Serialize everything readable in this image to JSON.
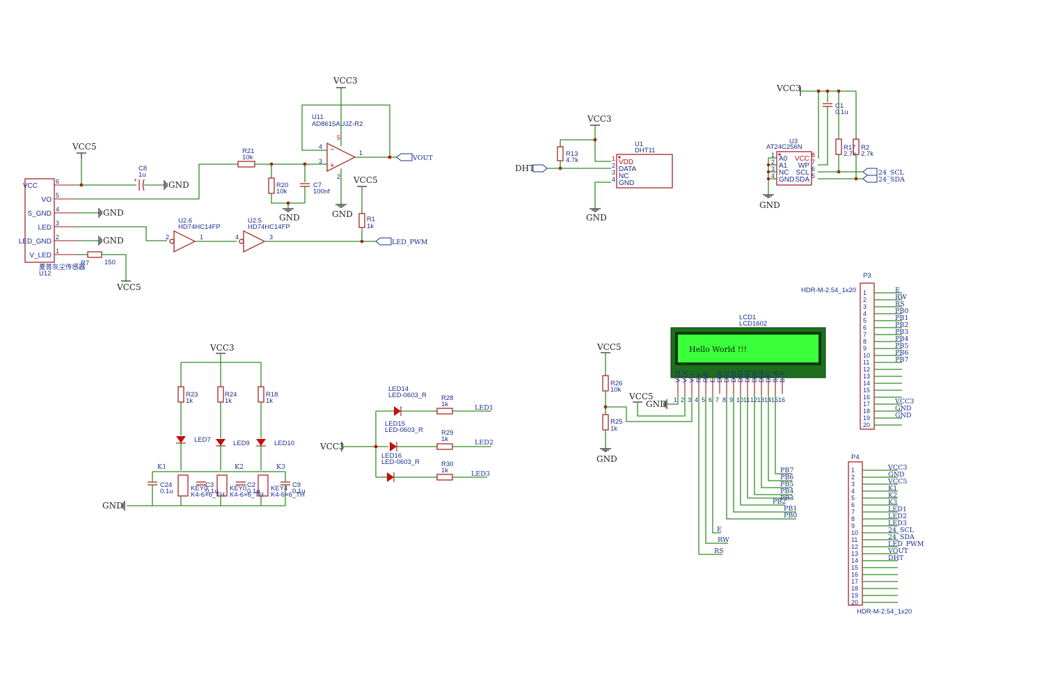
{
  "nets": {
    "vcc3": "VCC3",
    "vcc5": "VCC5",
    "gnd": "GND",
    "vout": "VOUT",
    "led_pwm": "LED_PWM",
    "dht": "DHT",
    "scl": "24_SCL",
    "sda": "24_SDA",
    "led1": "LED1",
    "led2": "LED2",
    "led3": "LED3",
    "e": "E",
    "rw": "RW",
    "rs": "RS",
    "pb0": "PB0",
    "pb1": "PB1",
    "pb2": "PB2",
    "pb3": "PB3",
    "pb4": "PB4",
    "pb5": "PB5",
    "pb6": "PB6",
    "pb7": "PB7",
    "k1": "K1",
    "k2": "K2",
    "k3": "K3"
  },
  "dust": {
    "ref": "U12",
    "name": "夏普灰尘传感器",
    "pins": [
      {
        "n": "6",
        "name": "VCC"
      },
      {
        "n": "5",
        "name": "VO"
      },
      {
        "n": "4",
        "name": "S_GND"
      },
      {
        "n": "3",
        "name": "LED"
      },
      {
        "n": "2",
        "name": "LED_GND"
      },
      {
        "n": "1",
        "name": "V_LED"
      }
    ]
  },
  "opamp": {
    "ref": "U11",
    "value": "AD8615AUJZ-R2",
    "p4": "4",
    "p3": "3",
    "p5": "5",
    "p2": "2",
    "p1": "1"
  },
  "inv1": {
    "ref": "U2.6",
    "value": "HD74HC14FP",
    "pa": "2",
    "pb": "1"
  },
  "inv2": {
    "ref": "U2.5",
    "value": "HD74HC14FP",
    "pa": "4",
    "pb": "3"
  },
  "c8": {
    "ref": "C8",
    "value": "1u"
  },
  "c7": {
    "ref": "C7",
    "value": "100nf"
  },
  "r21": {
    "ref": "R21",
    "value": "10k"
  },
  "r20": {
    "ref": "R20",
    "value": "10k"
  },
  "r1": {
    "ref": "R1",
    "value": "1k"
  },
  "r7": {
    "ref": "R7",
    "value": "150"
  },
  "r13": {
    "ref": "R13",
    "value": "4.7k"
  },
  "dht11": {
    "ref": "U1",
    "value": "DHT11",
    "pins": [
      {
        "n": "1",
        "name": "VDD"
      },
      {
        "n": "2",
        "name": "DATA"
      },
      {
        "n": "3",
        "name": "NC"
      },
      {
        "n": "4",
        "name": "GND"
      }
    ]
  },
  "eeprom": {
    "ref": "U3",
    "value": "AT24C256N",
    "left": [
      {
        "n": "1",
        "name": "A0"
      },
      {
        "n": "2",
        "name": "A1"
      },
      {
        "n": "3",
        "name": "NC"
      },
      {
        "n": "4",
        "name": "GND"
      }
    ],
    "right": [
      {
        "n": "8",
        "name": "VCC"
      },
      {
        "n": "7",
        "name": "WP"
      },
      {
        "n": "6",
        "name": "SCL"
      },
      {
        "n": "5",
        "name": "SDA"
      }
    ]
  },
  "c1": {
    "ref": "C1",
    "value": "0.1u"
  },
  "r17": {
    "ref": "R17",
    "value": "2.7k"
  },
  "r2": {
    "ref": "R2",
    "value": "2.7k"
  },
  "keys": [
    {
      "rref": "R23",
      "rval": "1k",
      "led": "LED7",
      "cref": "C24",
      "cval": "0.1u",
      "key": "KEY0",
      "kval": "K4-6×6_TH",
      "c2": "C3",
      "c2val": "0.1u"
    },
    {
      "rref": "R24",
      "rval": "1k",
      "led": "LED9",
      "cref": "C2",
      "cval": "0.1u",
      "key": "KEY0",
      "kval": "K4-6×6_TH"
    },
    {
      "rref": "R18",
      "rval": "1k",
      "led": "LED10",
      "cref": "C9",
      "cval": "0.1u",
      "key": "KEY4",
      "kval": "K4-6×6_TH"
    }
  ],
  "leds3": [
    {
      "led": "LED14",
      "lval": "LED-0603_R",
      "r": "R28",
      "rv": "1k"
    },
    {
      "led": "LED15",
      "lval": "LED-0603_R",
      "r": "R29",
      "rv": "1k"
    },
    {
      "led": "LED16",
      "lval": "LED-0603_R",
      "r": "R30",
      "rv": "1k"
    }
  ],
  "lcd": {
    "ref": "LCD1",
    "value": "LCD1602",
    "text": "Hello World !!!",
    "pins": [
      "VSS",
      "VCC",
      "VO",
      "RS",
      "RW",
      "E",
      "DB0",
      "DB1",
      "DB2",
      "DB3",
      "DB4",
      "DB5",
      "DB6",
      "DB7",
      "BLA",
      "BLK"
    ]
  },
  "r26": {
    "ref": "R26",
    "value": "10k"
  },
  "r25": {
    "ref": "R25",
    "value": "1k"
  },
  "p3": {
    "ref": "P3",
    "value": "HDR-M-2.54_1x20",
    "nets": [
      "E",
      "RW",
      "RS",
      "PB0",
      "PB1",
      "PB2",
      "PB3",
      "PB4",
      "PB5",
      "PB6",
      "PB7",
      "",
      "",
      "",
      "",
      "",
      "VCC3",
      "GND",
      "GND",
      ""
    ]
  },
  "p4": {
    "ref": "P4",
    "value": "HDR-M-2.54_1x20",
    "nets": [
      "VCC3",
      "GND",
      "VCC5",
      "K1",
      "K2",
      "K3",
      "LED1",
      "LED2",
      "LED3",
      "24_SCL",
      "24_SDA",
      "LED_PWM",
      "VOUT",
      "DHT",
      "",
      "",
      "",
      "",
      "",
      ""
    ]
  }
}
